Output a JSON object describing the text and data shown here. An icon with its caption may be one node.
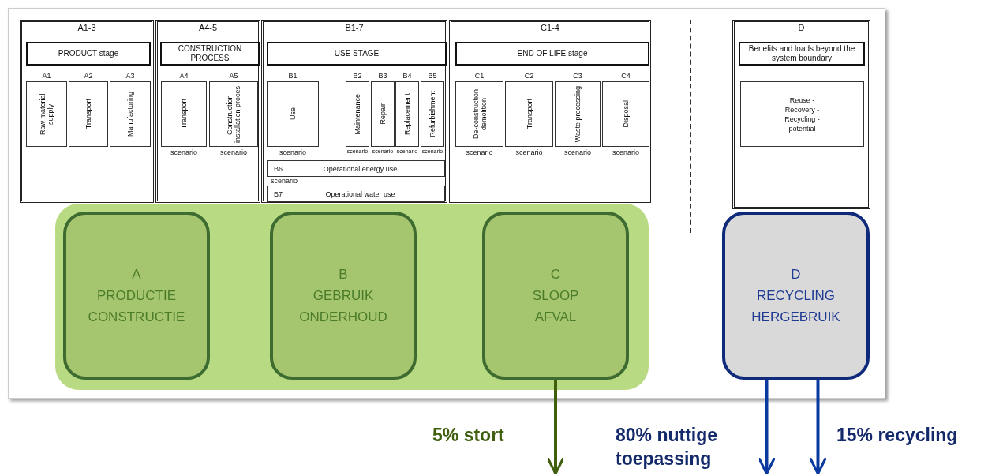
{
  "diagram": {
    "nodes": [
      {
        "text": [
          "A1-3"
        ]
      },
      {
        "text": [
          "PRODUCT stage"
        ],
        "in": 0
      },
      {
        "text": [
          "Raw material supply"
        ],
        "in": 0,
        "beside": [
          "A1"
        ]
      },
      {
        "text": [
          "Transport"
        ],
        "in": 0,
        "beside": [
          "A2"
        ]
      },
      {
        "text": [
          "Manufacturing"
        ],
        "in": 0,
        "beside": [
          "A3"
        ]
      },
      {
        "text": [
          "A4-5"
        ]
      },
      {
        "text": [
          "CONSTRUCTION PROCESS"
        ],
        "in": 5
      },
      {
        "text": [
          "Transport"
        ],
        "in": 5,
        "beside": [
          "A4",
          "scenario"
        ]
      },
      {
        "text": [
          "Construction-installation proces"
        ],
        "in": 5,
        "beside": [
          "A5",
          "scenario"
        ]
      },
      {
        "text": [
          "B1-7"
        ]
      },
      {
        "text": [
          "USE STAGE"
        ],
        "in": 9
      },
      {
        "text": [
          "Use"
        ],
        "in": 9,
        "beside": [
          "B1",
          "scenario"
        ]
      },
      {
        "text": [
          "Maintenance"
        ],
        "in": 9,
        "beside": [
          "B2",
          "scenario"
        ]
      },
      {
        "text": [
          "Repair"
        ],
        "in": 9,
        "beside": [
          "B3",
          "scenario"
        ]
      },
      {
        "text": [
          "Replacement"
        ],
        "in": 9,
        "beside": [
          "B4",
          "scenario"
        ]
      },
      {
        "text": [
          "Refurbishment"
        ],
        "in": 9,
        "beside": [
          "B5",
          "scenario"
        ]
      },
      {
        "text": [
          "B6",
          "Operational energy use"
        ],
        "in": 9,
        "beside": [
          "scenario"
        ]
      },
      {
        "text": [
          "B7",
          "Operational water use"
        ],
        "in": 9
      },
      {
        "text": [
          "C1-4"
        ]
      },
      {
        "text": [
          "END OF LIFE stage"
        ],
        "in": 18
      },
      {
        "text": [
          "De-construction demolition"
        ],
        "in": 18,
        "beside": [
          "C1",
          "scenario"
        ]
      },
      {
        "text": [
          "Transport"
        ],
        "in": 18,
        "beside": [
          "C2",
          "scenario"
        ]
      },
      {
        "text": [
          "Waste processing"
        ],
        "in": 18,
        "beside": [
          "C3",
          "scenario"
        ]
      },
      {
        "text": [
          "Disposal"
        ],
        "in": 18,
        "beside": [
          "C4",
          "scenario"
        ]
      },
      {
        "text": [
          "D"
        ]
      },
      {
        "text": [
          "Benefits and loads beyond the system boundary"
        ],
        "in": 24
      },
      {
        "text": [
          "Reuse - Recovery - Recycling - potential"
        ],
        "in": 24
      },
      {
        "text": [],
        "shape": "box"
      },
      {
        "text": [
          "A",
          "PRODUCTIE CONSTRUCTIE"
        ],
        "in": 27
      },
      {
        "text": [
          "B",
          "GEBRUIK ONDERHOUD"
        ],
        "in": 27
      },
      {
        "text": [
          "C",
          "SLOOP AFVAL"
        ],
        "in": 27
      },
      {
        "text": [
          "D",
          "RECYCLING HERGEBRUIK"
        ]
      }
    ],
    "edges": [
      {
        "from": 30,
        "to": null,
        "arrow": "to",
        "label": "5% stort",
        "color": "#3f5f0f"
      },
      {
        "from": 31,
        "to": null,
        "arrow": "to",
        "label": "80% nuttige toepassing"
      },
      {
        "from": 31,
        "to": null,
        "arrow": "to",
        "label": "15% recycling"
      }
    ]
  }
}
